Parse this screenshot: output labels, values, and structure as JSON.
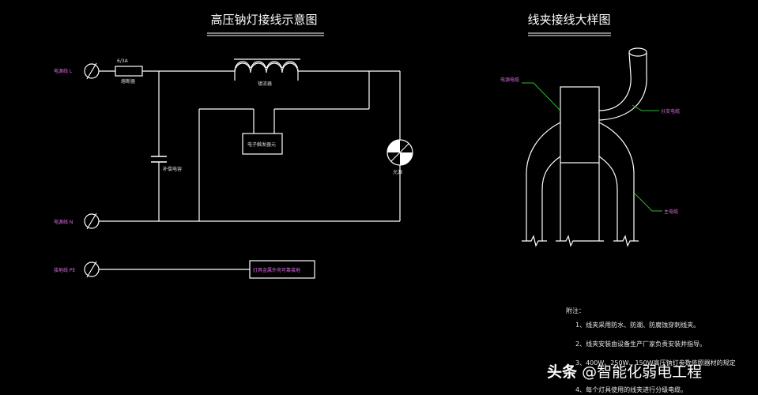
{
  "left_diagram": {
    "title": "高压钠灯接线示意图",
    "fuse_rating": "6/3A",
    "fuse_name": "熔断器",
    "ballast": "镇流器",
    "ignitor": "电子触发器元",
    "capacitor": "补偿电容",
    "lamp": "光源",
    "line_l": "电源线 L",
    "line_n": "电源线 N",
    "line_pe": "接地线 PE",
    "ground_box": "灯具金属外壳可靠接地"
  },
  "right_diagram": {
    "title": "线夹接线大样图",
    "label_left": "电源电缆",
    "label_right_top": "分支电缆",
    "label_right_bottom": "主电缆"
  },
  "notes": {
    "heading": "附注：",
    "items": [
      "1、线夹采用防水、防潮、防腐蚀穿刺线夹。",
      "2、线夹安装由设备生产厂家负责安装并指导。",
      "3、400W、250W、150W高压钠灯参数依照器材的规定",
      "4、每个灯具使用的线夹进行分级电缆。"
    ]
  },
  "watermark": {
    "brand": "头条",
    "handle": "@智能化弱电工程"
  },
  "colors": {
    "background": "#000000",
    "line": "#ffffff",
    "leader": "#2eb82e",
    "label_magenta": "#d96be0"
  }
}
